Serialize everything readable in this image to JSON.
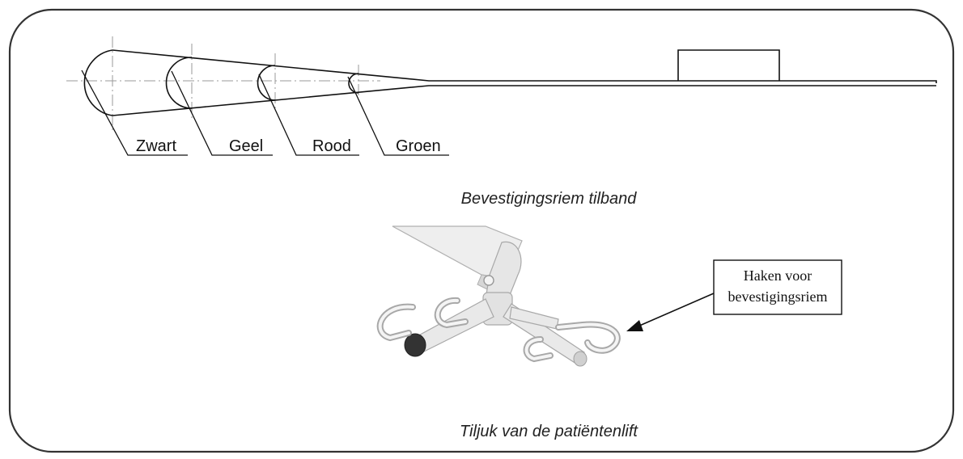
{
  "strap_loops": [
    {
      "label": "Zwart",
      "color_name": "black"
    },
    {
      "label": "Geel",
      "color_name": "yellow"
    },
    {
      "label": "Rood",
      "color_name": "red"
    },
    {
      "label": "Groen",
      "color_name": "green"
    }
  ],
  "captions": {
    "strap": "Bevestigingsriem tilband",
    "yoke": "Tiljuk van de patiëntenlift"
  },
  "callout": {
    "line1": "Haken voor",
    "line2": "bevestigingsriem"
  },
  "colors": {
    "stroke": "#111111",
    "frame": "#333333",
    "centerline": "#9a9a9a",
    "metal_light": "#eeeeee",
    "metal_shade": "#c8c8c8",
    "metal_edge": "#a8a8a8",
    "cap": "#333333"
  }
}
